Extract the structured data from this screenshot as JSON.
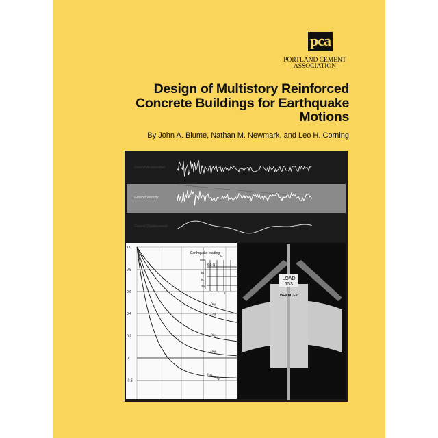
{
  "publisher": {
    "logo_text": "pca",
    "name_line1": "PORTLAND CEMENT",
    "name_line2": "ASSOCIATION"
  },
  "title_lines": [
    "Design of Multistory Reinforced",
    "Concrete Buildings for Earthquake",
    "Motions"
  ],
  "authors": "By John A. Blume, Nathan M. Newmark, and Leo H. Corning",
  "colors": {
    "cover": "#f9d55c",
    "dark_panel": "#1a1a1a",
    "velocity_band": "#8a8a8a"
  },
  "seismogram": {
    "labels": [
      "Ground Acceleration",
      "Ground Velocity",
      "Ground Displacement"
    ]
  },
  "chart": {
    "y_ticks": [
      "1.0",
      "0.8",
      "0.6",
      "0.4",
      "0.2",
      "0",
      "-0.2"
    ],
    "curve_labels": [
      "16th",
      "17th",
      "18th",
      "19th",
      "20th story"
    ],
    "inset": {
      "title": "Earthquake loading",
      "labels": [
        "0.5 Ig",
        "Ig",
        "Ic",
        "2Ic",
        "Ic",
        "L",
        "L",
        "L"
      ]
    }
  },
  "photo": {
    "sign_line1": "LOAD",
    "sign_line2": "153",
    "beam_label": "BEAM J-2"
  }
}
